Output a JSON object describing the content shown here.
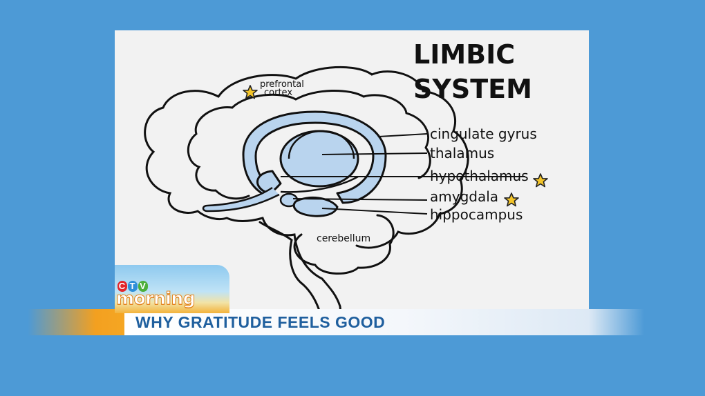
{
  "diagram": {
    "title_line1": "LIMBIC",
    "title_line2": "SYSTEM",
    "labels": {
      "prefrontal_line1": "prefrontal",
      "prefrontal_line2": "cortex",
      "cingulate_gyrus": "cingulate gyrus",
      "thalamus": "thalamus",
      "hypothalamus": "hypothalamus",
      "amygdala": "amygdala",
      "hippocampus": "hippocampus",
      "cerebellum": "cerebellum"
    }
  },
  "logo": {
    "network_letters": [
      "C",
      "T",
      "V"
    ],
    "network_colors": [
      "#e3262b",
      "#2f8fd8",
      "#4caf3a"
    ],
    "show_name": "morning"
  },
  "banner": {
    "headline": "WHY GRATITUDE FEELS GOOD"
  },
  "colors": {
    "background": "#4d9ad6",
    "board": "#f2f2f2",
    "structure_fill": "#b9d4ee",
    "star": "#f4c52a",
    "headline": "#1f5f9e"
  }
}
